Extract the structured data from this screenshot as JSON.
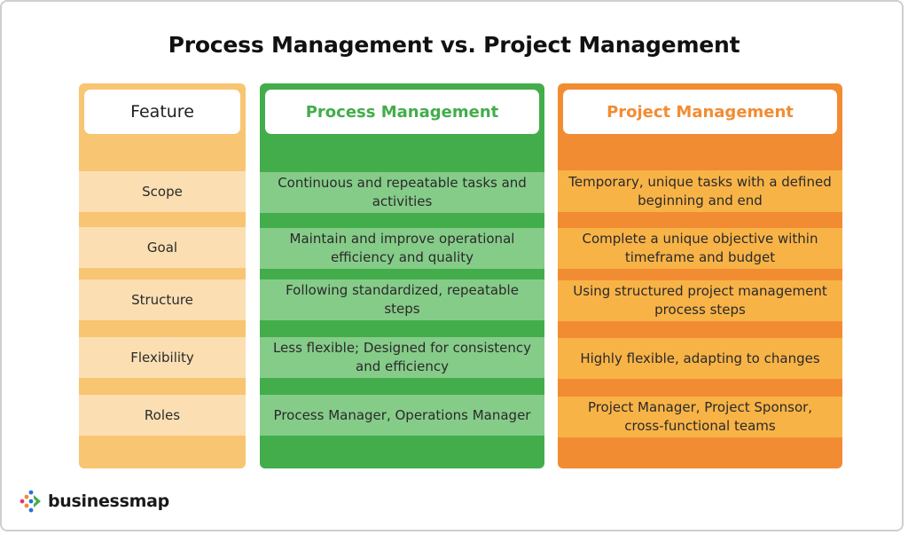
{
  "title": "Process Management vs. Project Management",
  "columns": {
    "feature": {
      "header": "Feature",
      "color": "#f8c572",
      "band_color": "#fbdfb3"
    },
    "process": {
      "header": "Process Management",
      "color": "#43ad4b",
      "band_color": "#86cc89"
    },
    "project": {
      "header": "Project Management",
      "color": "#f28c33",
      "band_color": "#f8b347"
    }
  },
  "rows": [
    {
      "feature": "Scope",
      "process": "Continuous and repeatable tasks and activities",
      "project": "Temporary, unique tasks with a defined beginning and end"
    },
    {
      "feature": "Goal",
      "process": "Maintain and improve operational efficiency and quality",
      "project": "Complete a unique objective within timeframe and budget"
    },
    {
      "feature": "Structure",
      "process": "Following standardized, repeatable steps",
      "project": "Using structured project management process steps"
    },
    {
      "feature": "Flexibility",
      "process": "Less flexible; Designed for consistency and efficiency",
      "project": "Highly flexible, adapting to changes"
    },
    {
      "feature": "Roles",
      "process": "Process Manager, Operations Manager",
      "project": "Project Manager, Project Sponsor, cross-functional teams"
    }
  ],
  "logo": {
    "text": "businessmap",
    "icon": "businessmap-logo-icon"
  }
}
